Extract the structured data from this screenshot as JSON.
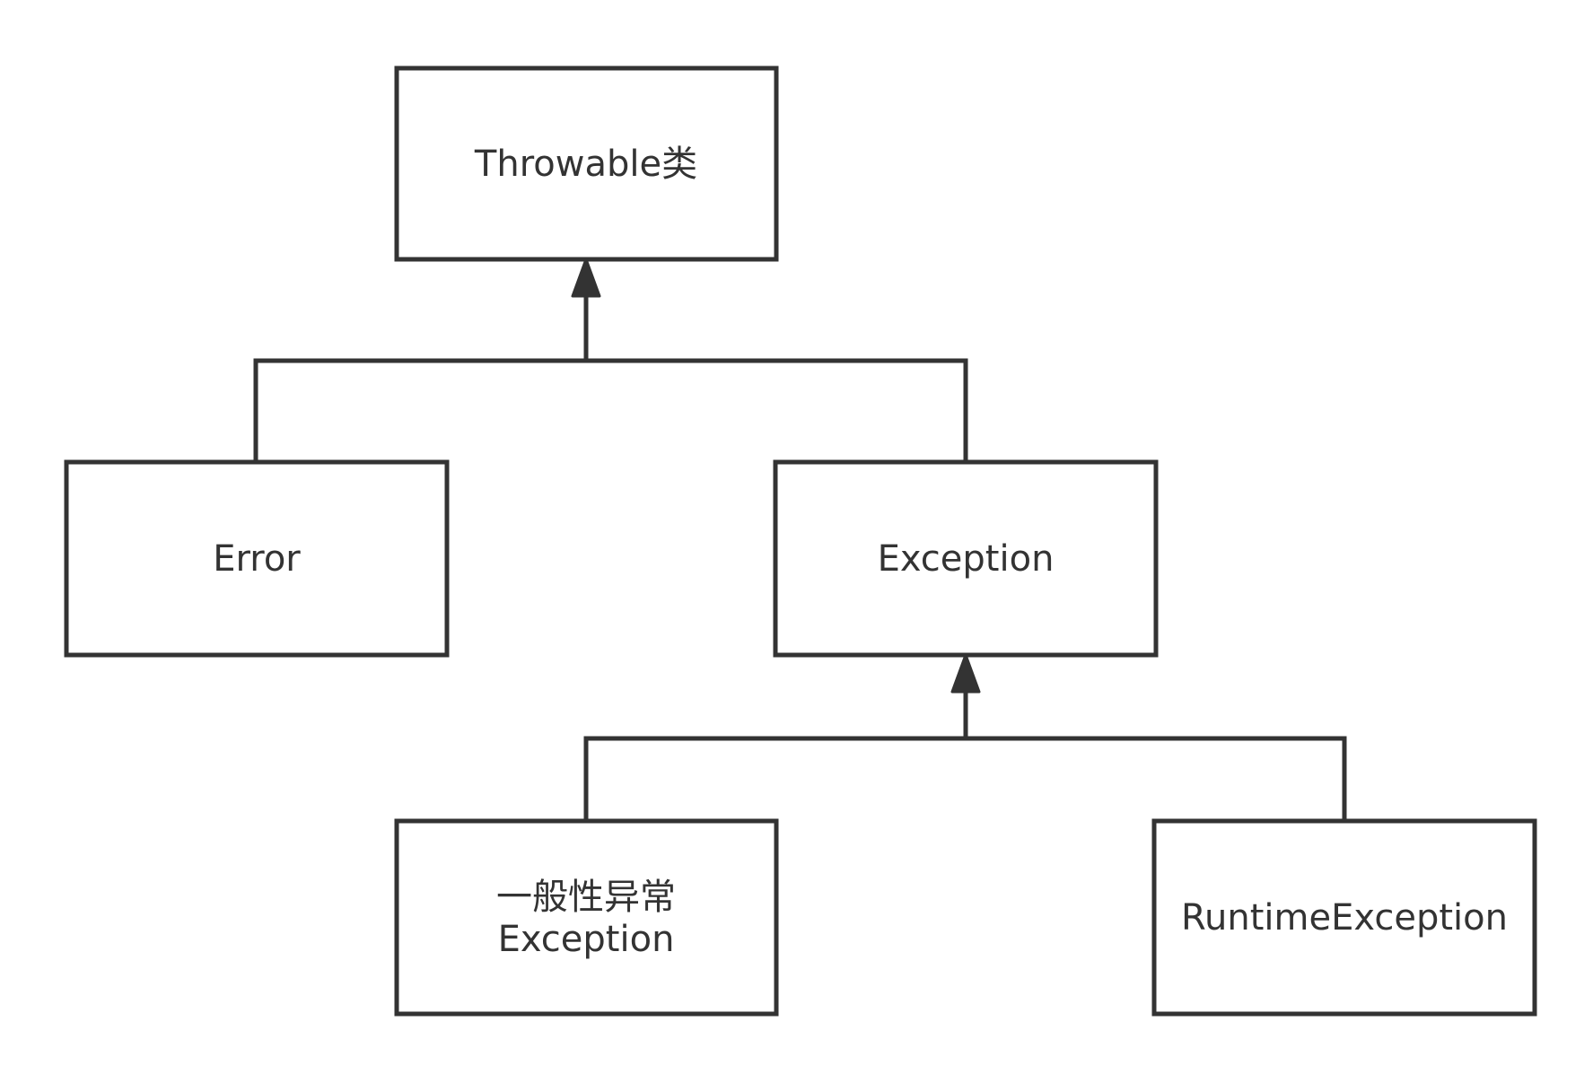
{
  "nodes": {
    "throwable": {
      "label": "Throwable类"
    },
    "error": {
      "label": "Error"
    },
    "exception": {
      "label": "Exception"
    },
    "checked_exception": {
      "line1": "一般性异常",
      "line2": "Exception"
    },
    "runtime_exception": {
      "label": "RuntimeException"
    }
  },
  "colors": {
    "stroke": "#333333",
    "background": "#ffffff"
  }
}
